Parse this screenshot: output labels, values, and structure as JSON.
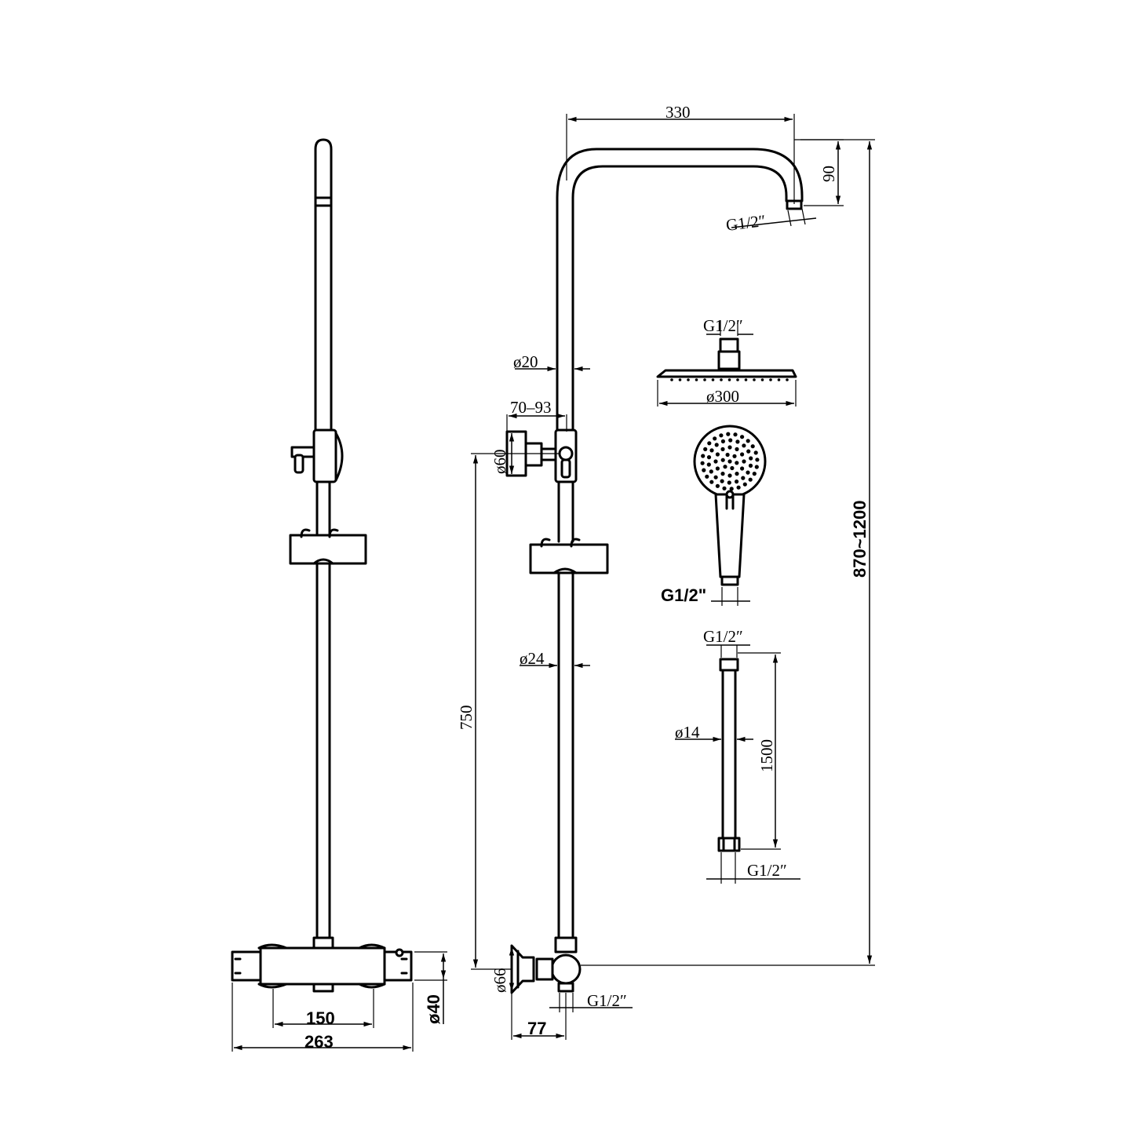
{
  "labels": {
    "arm_width": "330",
    "arm_drop": "90",
    "arm_thread": "G1/2″",
    "head_thread": "G1/2″",
    "head_diameter": "ø300",
    "handset_thread": "G1/2\"",
    "hose_top_thread": "G1/2″",
    "hose_diameter": "ø14",
    "hose_length": "1500",
    "hose_bottom_thread": "G1/2″",
    "upper_pipe_diameter": "ø20",
    "bracket_range": "70–93",
    "bracket_diameter": "ø60",
    "lower_pipe_diameter": "ø24",
    "centre_height": "750",
    "total_height": "870~1200",
    "inlet_diameter": "ø66",
    "inlet_thread": "G1/2″",
    "projection": "77",
    "valve_centres": "150",
    "valve_width": "263",
    "valve_diameter": "ø40"
  },
  "colors": {
    "line": "#000000",
    "background": "#ffffff"
  }
}
